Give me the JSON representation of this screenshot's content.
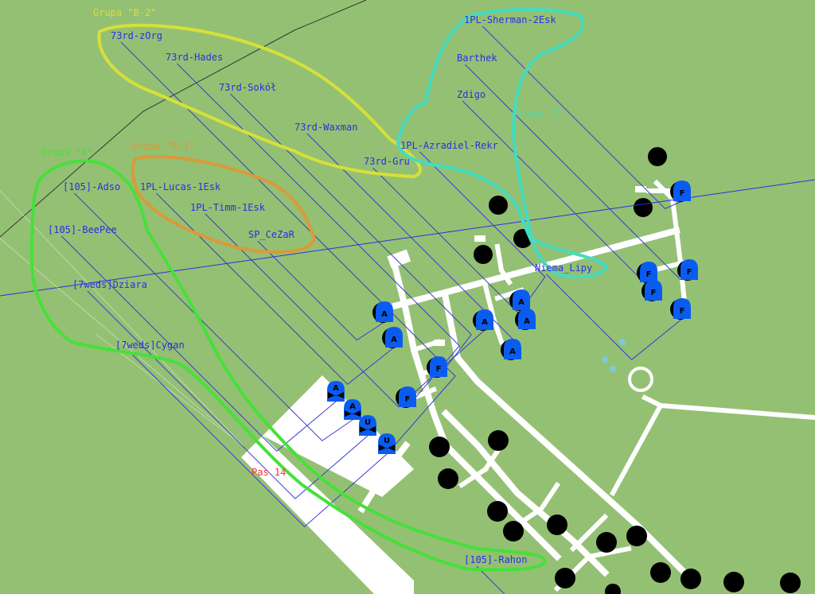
{
  "map": {
    "groups": [
      {
        "name": "Grupa \"B-2\"",
        "color": "#d6e03a"
      },
      {
        "name": "Grupa \"B-1\"",
        "color": "#d99a3a"
      },
      {
        "name": "Grupa \"A\"",
        "color": "#46e03a"
      },
      {
        "name": "Grupa \"C\"",
        "color": "#44dcc0"
      }
    ],
    "pilots": [
      "73rd-zOrg",
      "73rd-Hades",
      "73rd-Sokół",
      "73rd-Waxman",
      "73rd-Gru",
      "1PL-Sherman-2Esk",
      "Barthek",
      "Zdigo",
      "1PL-Azradiel-Rekr",
      "[105]-Adso",
      "1PL-Lucas-1Esk",
      "1PL-Timm-1Esk",
      "SP_CeZaR",
      "[105]-BeePee",
      "[7weds]Dziara",
      "[7weds]Cygan",
      "Niema_Lipy",
      "[105]-Rahon"
    ],
    "runway_label": "Pas 14",
    "markers": [
      "A",
      "A",
      "A",
      "A",
      "A",
      "A",
      "F",
      "F",
      "F",
      "F",
      "F",
      "F",
      "F",
      "A",
      "A",
      "U",
      "U"
    ],
    "colors": {
      "ground": "#94c073",
      "label": "#2a30e0",
      "marker": "#0a5cf0",
      "runway_label": "#ff3030"
    }
  }
}
